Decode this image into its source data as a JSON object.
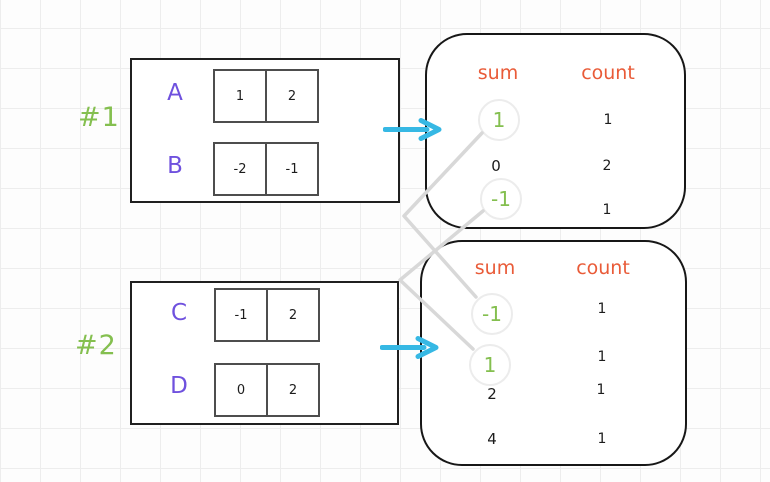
{
  "diagram": {
    "examples": [
      {
        "label": "#1",
        "arrays": [
          {
            "name": "A",
            "cells": [
              "1",
              "2"
            ]
          },
          {
            "name": "B",
            "cells": [
              "-2",
              "-1"
            ]
          }
        ],
        "result": {
          "sum_header": "sum",
          "count_header": "count",
          "rows": [
            {
              "sum": "1",
              "count": "1",
              "highlighted": true
            },
            {
              "sum": "0",
              "count": "2",
              "highlighted": false
            },
            {
              "sum": "-1",
              "count": "1",
              "highlighted": true
            }
          ]
        }
      },
      {
        "label": "#2",
        "arrays": [
          {
            "name": "C",
            "cells": [
              "-1",
              "2"
            ]
          },
          {
            "name": "D",
            "cells": [
              "0",
              "2"
            ]
          }
        ],
        "result": {
          "sum_header": "sum",
          "count_header": "count",
          "rows": [
            {
              "sum": "-1",
              "count": "1",
              "highlighted": true
            },
            {
              "sum": "1",
              "count": "1",
              "highlighted": true
            },
            {
              "sum": "2",
              "count": "1",
              "highlighted": false
            },
            {
              "sum": "4",
              "count": "1",
              "highlighted": false
            }
          ]
        }
      }
    ],
    "connections": [
      {
        "from": "example1 circled sum 1",
        "to": "example2 circled sum -1"
      },
      {
        "from": "example1 circled sum -1",
        "to": "example2 circled sum 1"
      }
    ],
    "icons": {
      "arrow1": "right-arrow-icon",
      "arrow2": "right-arrow-icon"
    },
    "colors": {
      "array_letter_purple": "#6f51de",
      "example_label_green": "#84bf4f",
      "highlight_green": "#84bf4f",
      "header_orange": "#e95b38",
      "arrow_cyan": "#36b8e4",
      "connector_gray": "#d8d8d8"
    }
  }
}
